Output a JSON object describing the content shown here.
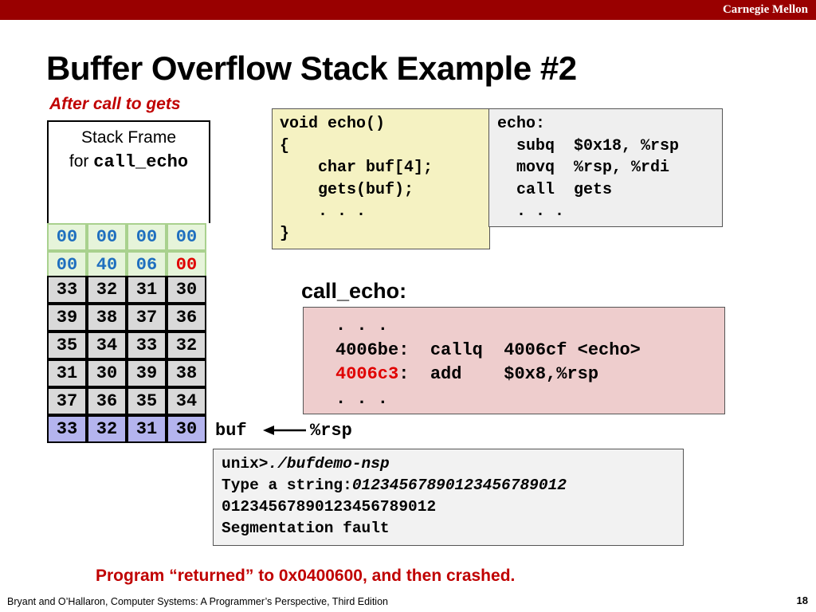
{
  "header": {
    "institution": "Carnegie Mellon"
  },
  "title": "Buffer Overflow Stack Example #2",
  "subtitle": "After call to gets",
  "stack_frame": {
    "label_line1": "Stack Frame",
    "label_for": "for ",
    "label_func": "call_echo",
    "rows": [
      [
        "00",
        "00",
        "00",
        "00"
      ],
      [
        "00",
        "40",
        "06",
        "00"
      ],
      [
        "33",
        "32",
        "31",
        "30"
      ],
      [
        "39",
        "38",
        "37",
        "36"
      ],
      [
        "35",
        "34",
        "33",
        "32"
      ],
      [
        "31",
        "30",
        "39",
        "38"
      ],
      [
        "37",
        "36",
        "35",
        "34"
      ],
      [
        "33",
        "32",
        "31",
        "30"
      ]
    ]
  },
  "c_code": {
    "lines": [
      "void echo()",
      "{",
      "    char buf[4];",
      "    gets(buf);",
      "    . . .",
      "}"
    ]
  },
  "asm_echo": {
    "lines": [
      "echo:",
      "  subq  $0x18, %rsp",
      "  movq  %rsp, %rdi",
      "  call  gets",
      "  . . ."
    ]
  },
  "call_echo": {
    "label": "call_echo:",
    "line1": ". . .",
    "line2": "4006be:  callq  4006cf <echo>",
    "line3_addr": "4006c3",
    "line3_rest": ":  add    $0x8,%rsp",
    "line4": ". . ."
  },
  "pointers": {
    "buf": "buf",
    "rsp": "%rsp"
  },
  "terminal": {
    "prompt": "unix>",
    "command": "./bufdemo-nsp",
    "type_prompt": "Type a string:",
    "typed": "01234567890123456789012",
    "echoed": "01234567890123456789012",
    "result": "Segmentation fault"
  },
  "note": "Program “returned” to 0x0400600, and then crashed.",
  "footer": "Bryant and O’Hallaron, Computer Systems: A Programmer’s Perspective, Third Edition",
  "page_number": "18",
  "colors": {
    "brand": "#990000",
    "accent_red": "#c00000",
    "highlight_red": "#e00000",
    "hex_blue": "#1f6fbf"
  }
}
